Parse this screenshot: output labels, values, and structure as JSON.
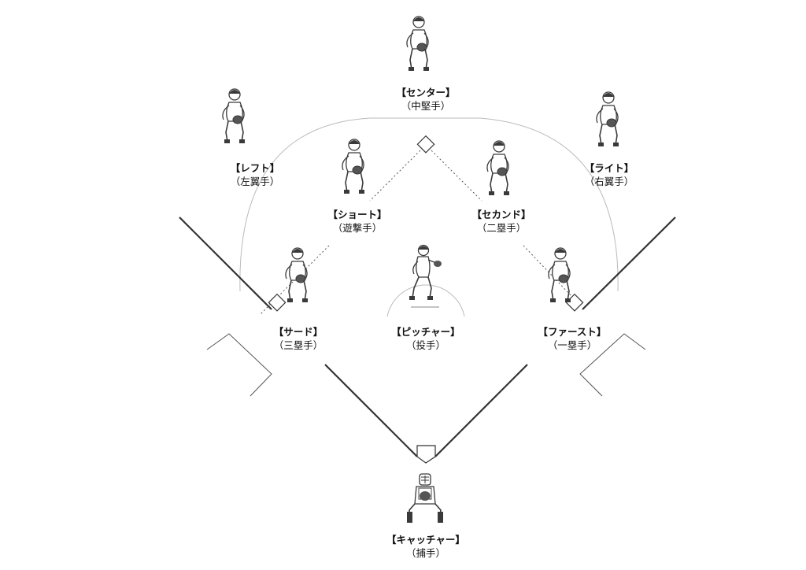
{
  "positions": [
    {
      "key": "center",
      "kana": "【センター】",
      "kanji": "（中堅手）"
    },
    {
      "key": "left",
      "kana": "【レフト】",
      "kanji": "（左翼手）"
    },
    {
      "key": "right",
      "kana": "【ライト】",
      "kanji": "（右翼手）"
    },
    {
      "key": "short",
      "kana": "【ショート】",
      "kanji": "（遊撃手）"
    },
    {
      "key": "second",
      "kana": "【セカンド】",
      "kanji": "（二塁手）"
    },
    {
      "key": "third",
      "kana": "【サード】",
      "kanji": "（三塁手）"
    },
    {
      "key": "pitcher",
      "kana": "【ピッチャー】",
      "kanji": "（投手）"
    },
    {
      "key": "first",
      "kana": "【ファースト】",
      "kanji": "（一塁手）"
    },
    {
      "key": "catcher",
      "kana": "【キャッチャー】",
      "kanji": "（捕手）"
    }
  ],
  "colors": {
    "line": "#333333",
    "faint": "#bbbbbb",
    "figure": "#3a3a3a",
    "text": "#111111"
  }
}
